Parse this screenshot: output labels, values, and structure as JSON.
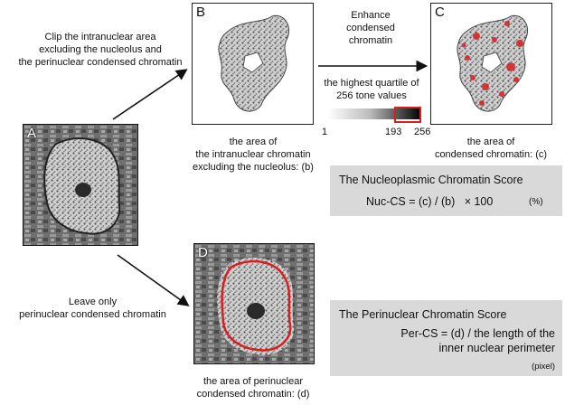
{
  "panels": {
    "A": "A",
    "B": "B",
    "C": "C",
    "D": "D"
  },
  "captions": {
    "clip_line1": "Clip the intranuclear area",
    "clip_line2": "excluding the nucleolus and",
    "clip_line3": "the perinuclear condensed chromatin",
    "enhance_line1": "Enhance",
    "enhance_line2": "condensed",
    "enhance_line3": "chromatin",
    "quartile_line1": "the highest quartile of",
    "quartile_line2": "256 tone values",
    "leave_line1": "Leave only",
    "leave_line2": "perinuclear condensed chromatin",
    "b_line1": "the area of",
    "b_line2": "the intranuclear chromatin",
    "b_line3": "excluding the nucleolus: (b)",
    "c_line1": "the area of",
    "c_line2": "condensed chromatin: (c)",
    "d_line1": "the area of perinuclear",
    "d_line2": "condensed chromatin: (d)"
  },
  "scale": {
    "tick_1": "1",
    "tick_193": "193",
    "tick_256": "256",
    "highlight_color": "#d62020"
  },
  "nuc_cs": {
    "title": "The Nucleoplasmic Chromatin Score",
    "formula": "Nuc-CS = (c) / (b)   × 100",
    "unit": "(%)"
  },
  "per_cs": {
    "title": "The Perinuclear Chromatin Score",
    "formula_line1": "Per-CS = (d) / the length of the",
    "formula_line2": "inner nuclear perimeter",
    "unit": "(pixel)"
  },
  "colors": {
    "accent_red": "#d62020",
    "box_gray": "#d9d9d9"
  }
}
